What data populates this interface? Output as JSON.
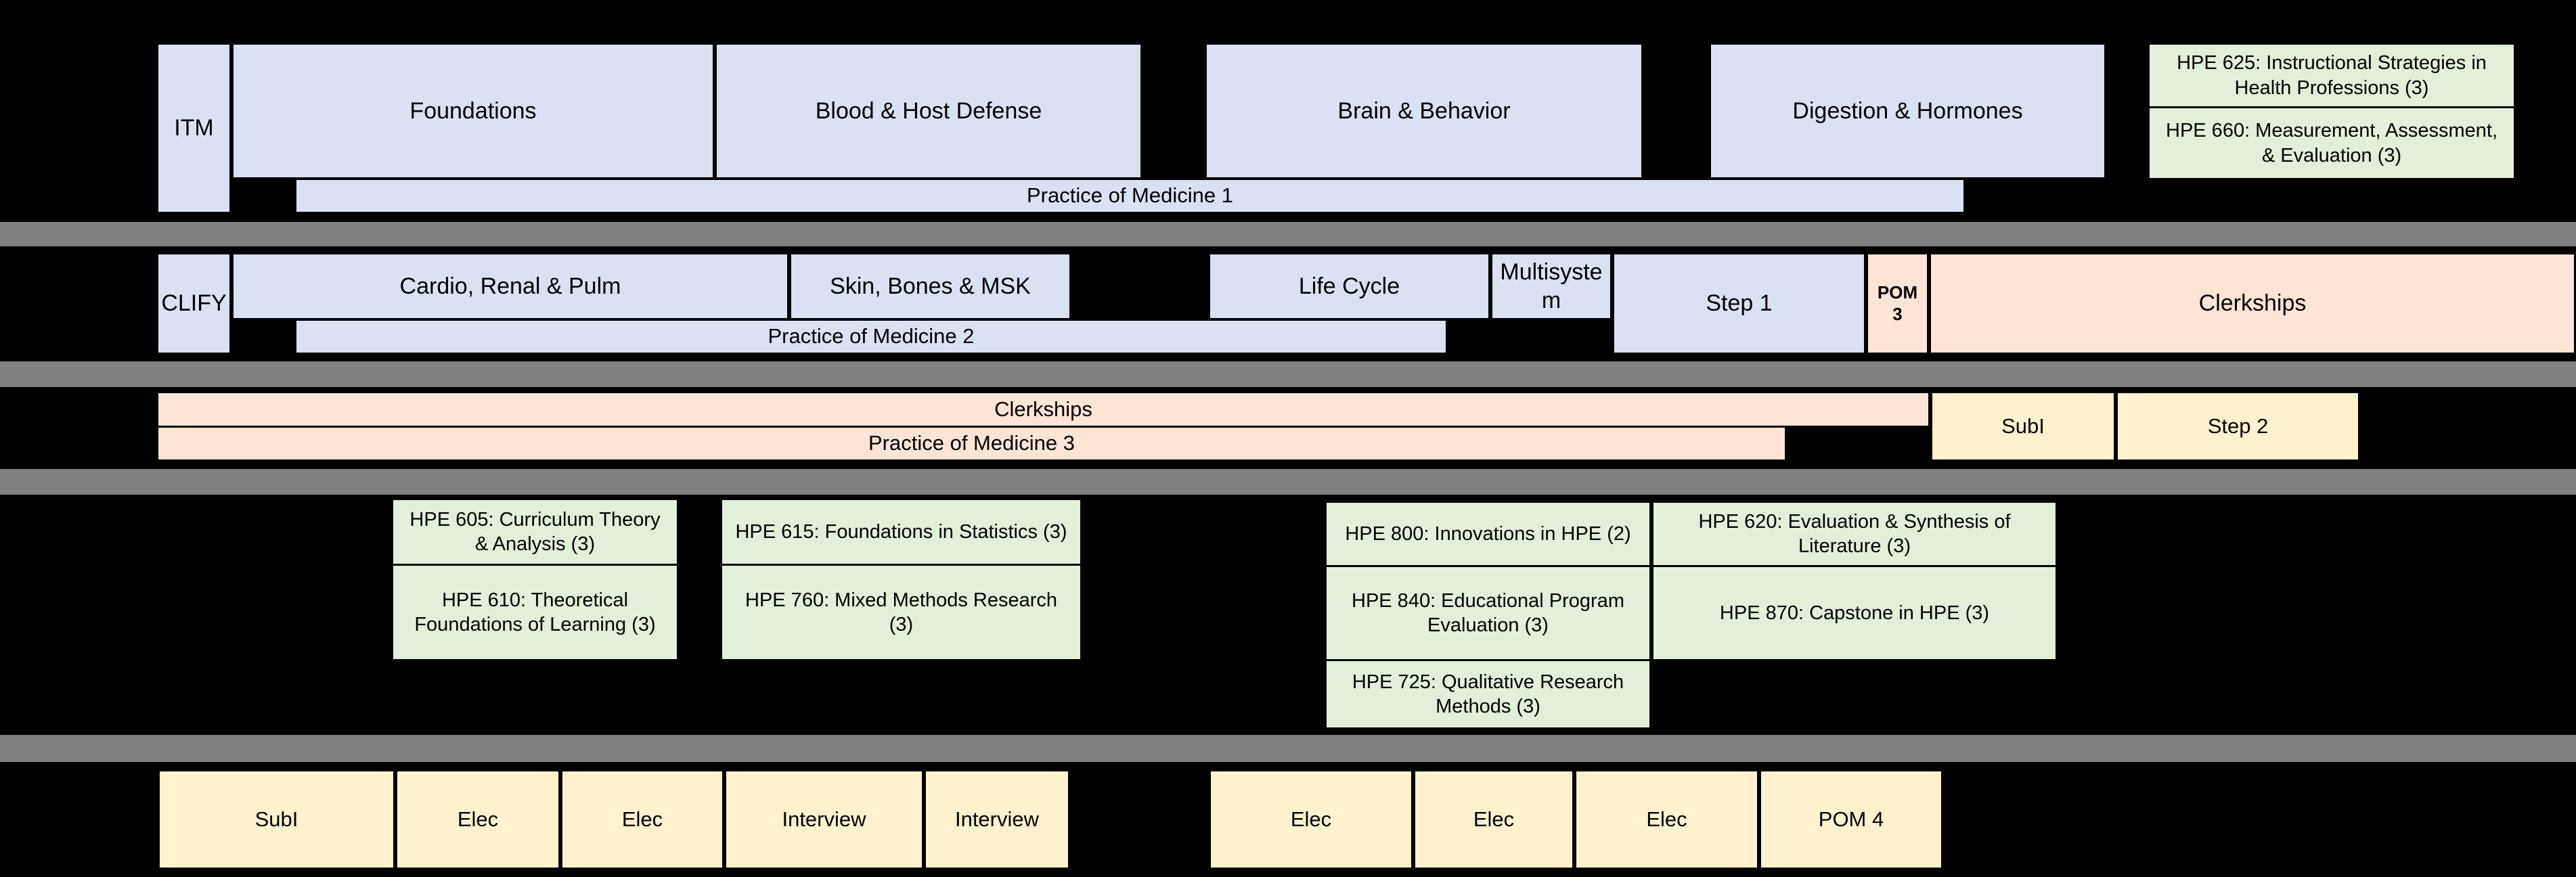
{
  "colors": {
    "background": "#000000",
    "preclinical_blue": "#D9E1F2",
    "hpe_green": "#E2EFDA",
    "clinical_peach": "#FCE4D6",
    "elective_yellow": "#FFF2CC",
    "separator_gray": "#808080",
    "border_black": "#000000"
  },
  "year1": {
    "label": "ITM",
    "modules": [
      "Foundations",
      "Blood & Host Defense",
      "Brain & Behavior",
      "Digestion & Hormones"
    ],
    "pom": "Practice of Medicine 1",
    "hpe": [
      "HPE 625: Instructional Strategies in Health Professions (3)",
      "HPE 660: Measurement, Assessment, & Evaluation (3)"
    ]
  },
  "year2": {
    "label": "CLIFY",
    "modules": [
      "Cardio, Renal & Pulm",
      "Skin, Bones & MSK",
      "Life Cycle",
      "Multisystem"
    ],
    "step1": "Step 1",
    "pom3": "POM 3",
    "clerkships": "Clerkships",
    "pom": "Practice of Medicine 2"
  },
  "year3": {
    "clerkships": "Clerkships",
    "pom": "Practice of Medicine 3",
    "subi": "SubI",
    "step2": "Step 2"
  },
  "hpe3": {
    "left_col1": [
      "HPE 605: Curriculum Theory & Analysis (3)",
      "HPE 610: Theoretical Foundations of Learning (3)"
    ],
    "left_col2": [
      "HPE 615: Foundations in Statistics (3)",
      "HPE 760: Mixed Methods Research (3)"
    ],
    "right_col1": [
      "HPE 800: Innovations in HPE (2)",
      "HPE 840: Educational Program Evaluation (3)",
      "HPE 725: Qualitative Research Methods (3)"
    ],
    "right_col2": [
      "HPE 620: Evaluation & Synthesis of Literature (3)",
      "HPE 870: Capstone in HPE (3)"
    ]
  },
  "year4": {
    "blocks": [
      "SubI",
      "Elec",
      "Elec",
      "Interview",
      "Interview",
      "Elec",
      "Elec",
      "Elec",
      "POM 4"
    ]
  }
}
